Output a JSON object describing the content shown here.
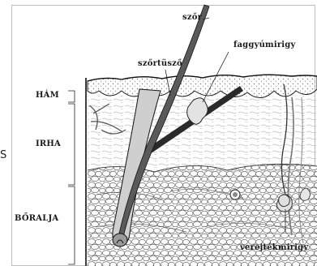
{
  "labels": {
    "szor": "szőr",
    "faggyumirigy": "faggyúmirigy",
    "szortuszo": "szőrtüsző",
    "ham": "HÁM",
    "irha": "IRHA",
    "boralja": "BŐRALJA",
    "verejtekmirigy": "verejtékmirigy",
    "edge_fragment": "S"
  },
  "layers": [
    "ham",
    "irha",
    "boralja"
  ],
  "colors": {
    "ink": "#1a1a1a",
    "stipple": "#6e6e6e",
    "hair": "#3a3a3a",
    "gland": "#d9d9d9",
    "frame": "#bdbdbd"
  }
}
